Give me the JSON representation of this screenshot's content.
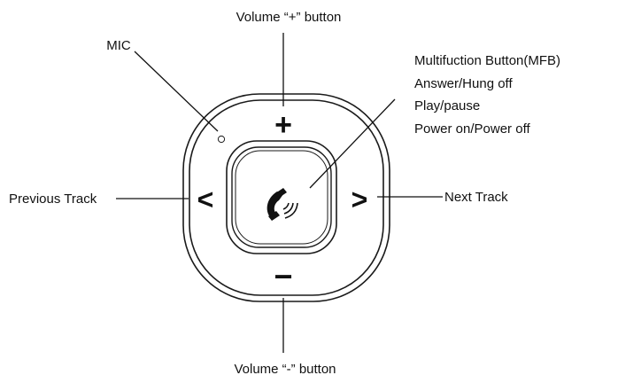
{
  "labels": {
    "volume_up": "Volume “+” button",
    "volume_down": "Volume “-” button",
    "mic": "MIC",
    "mfb_title": "Multifuction Button(MFB)",
    "mfb_answer": "Answer/Hung off",
    "mfb_play": "Play/pause",
    "mfb_power": "Power on/Power off",
    "previous": "Previous Track",
    "next": "Next Track"
  },
  "symbols": {
    "plus": "+",
    "minus": "−",
    "prev": "<",
    "next": ">"
  },
  "icons": {
    "center": "phone-icon"
  },
  "colors": {
    "ink": "#111111",
    "outline": "#1a1a1a",
    "background": "#ffffff"
  }
}
